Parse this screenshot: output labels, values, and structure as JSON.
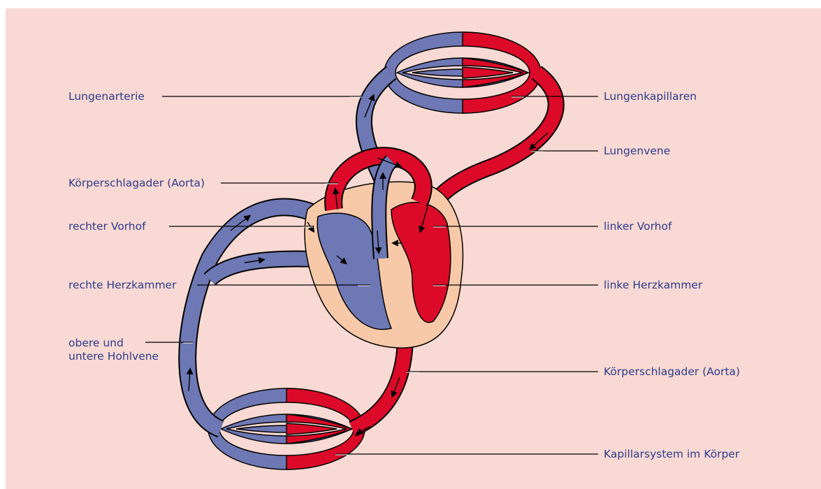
{
  "colors": {
    "background": "#f9d9d3",
    "venous_blue": "#6e78b4",
    "arterial_red": "#dc0a28",
    "heart_tissue": "#f8c9a8",
    "outline": "#000000",
    "label_text": "#2b3a8c"
  },
  "labels": {
    "left": {
      "lungenarterie": "Lungenarterie",
      "aorta_top": "Körperschlagader (Aorta)",
      "rechter_vorhof": "rechter Vorhof",
      "rechte_herzkammer": "rechte Herzkammer",
      "hohlvene_line1": "obere und",
      "hohlvene_line2": "untere Hohlvene"
    },
    "right": {
      "lungenkapillaren": "Lungenkapillaren",
      "lungenvene": "Lungenvene",
      "linker_vorhof": "linker Vorhof",
      "linke_herzkammer": "linke Herzkammer",
      "aorta_bottom": "Körperschlagader (Aorta)",
      "kapillarsystem": "Kapillarsystem im Körper"
    }
  }
}
